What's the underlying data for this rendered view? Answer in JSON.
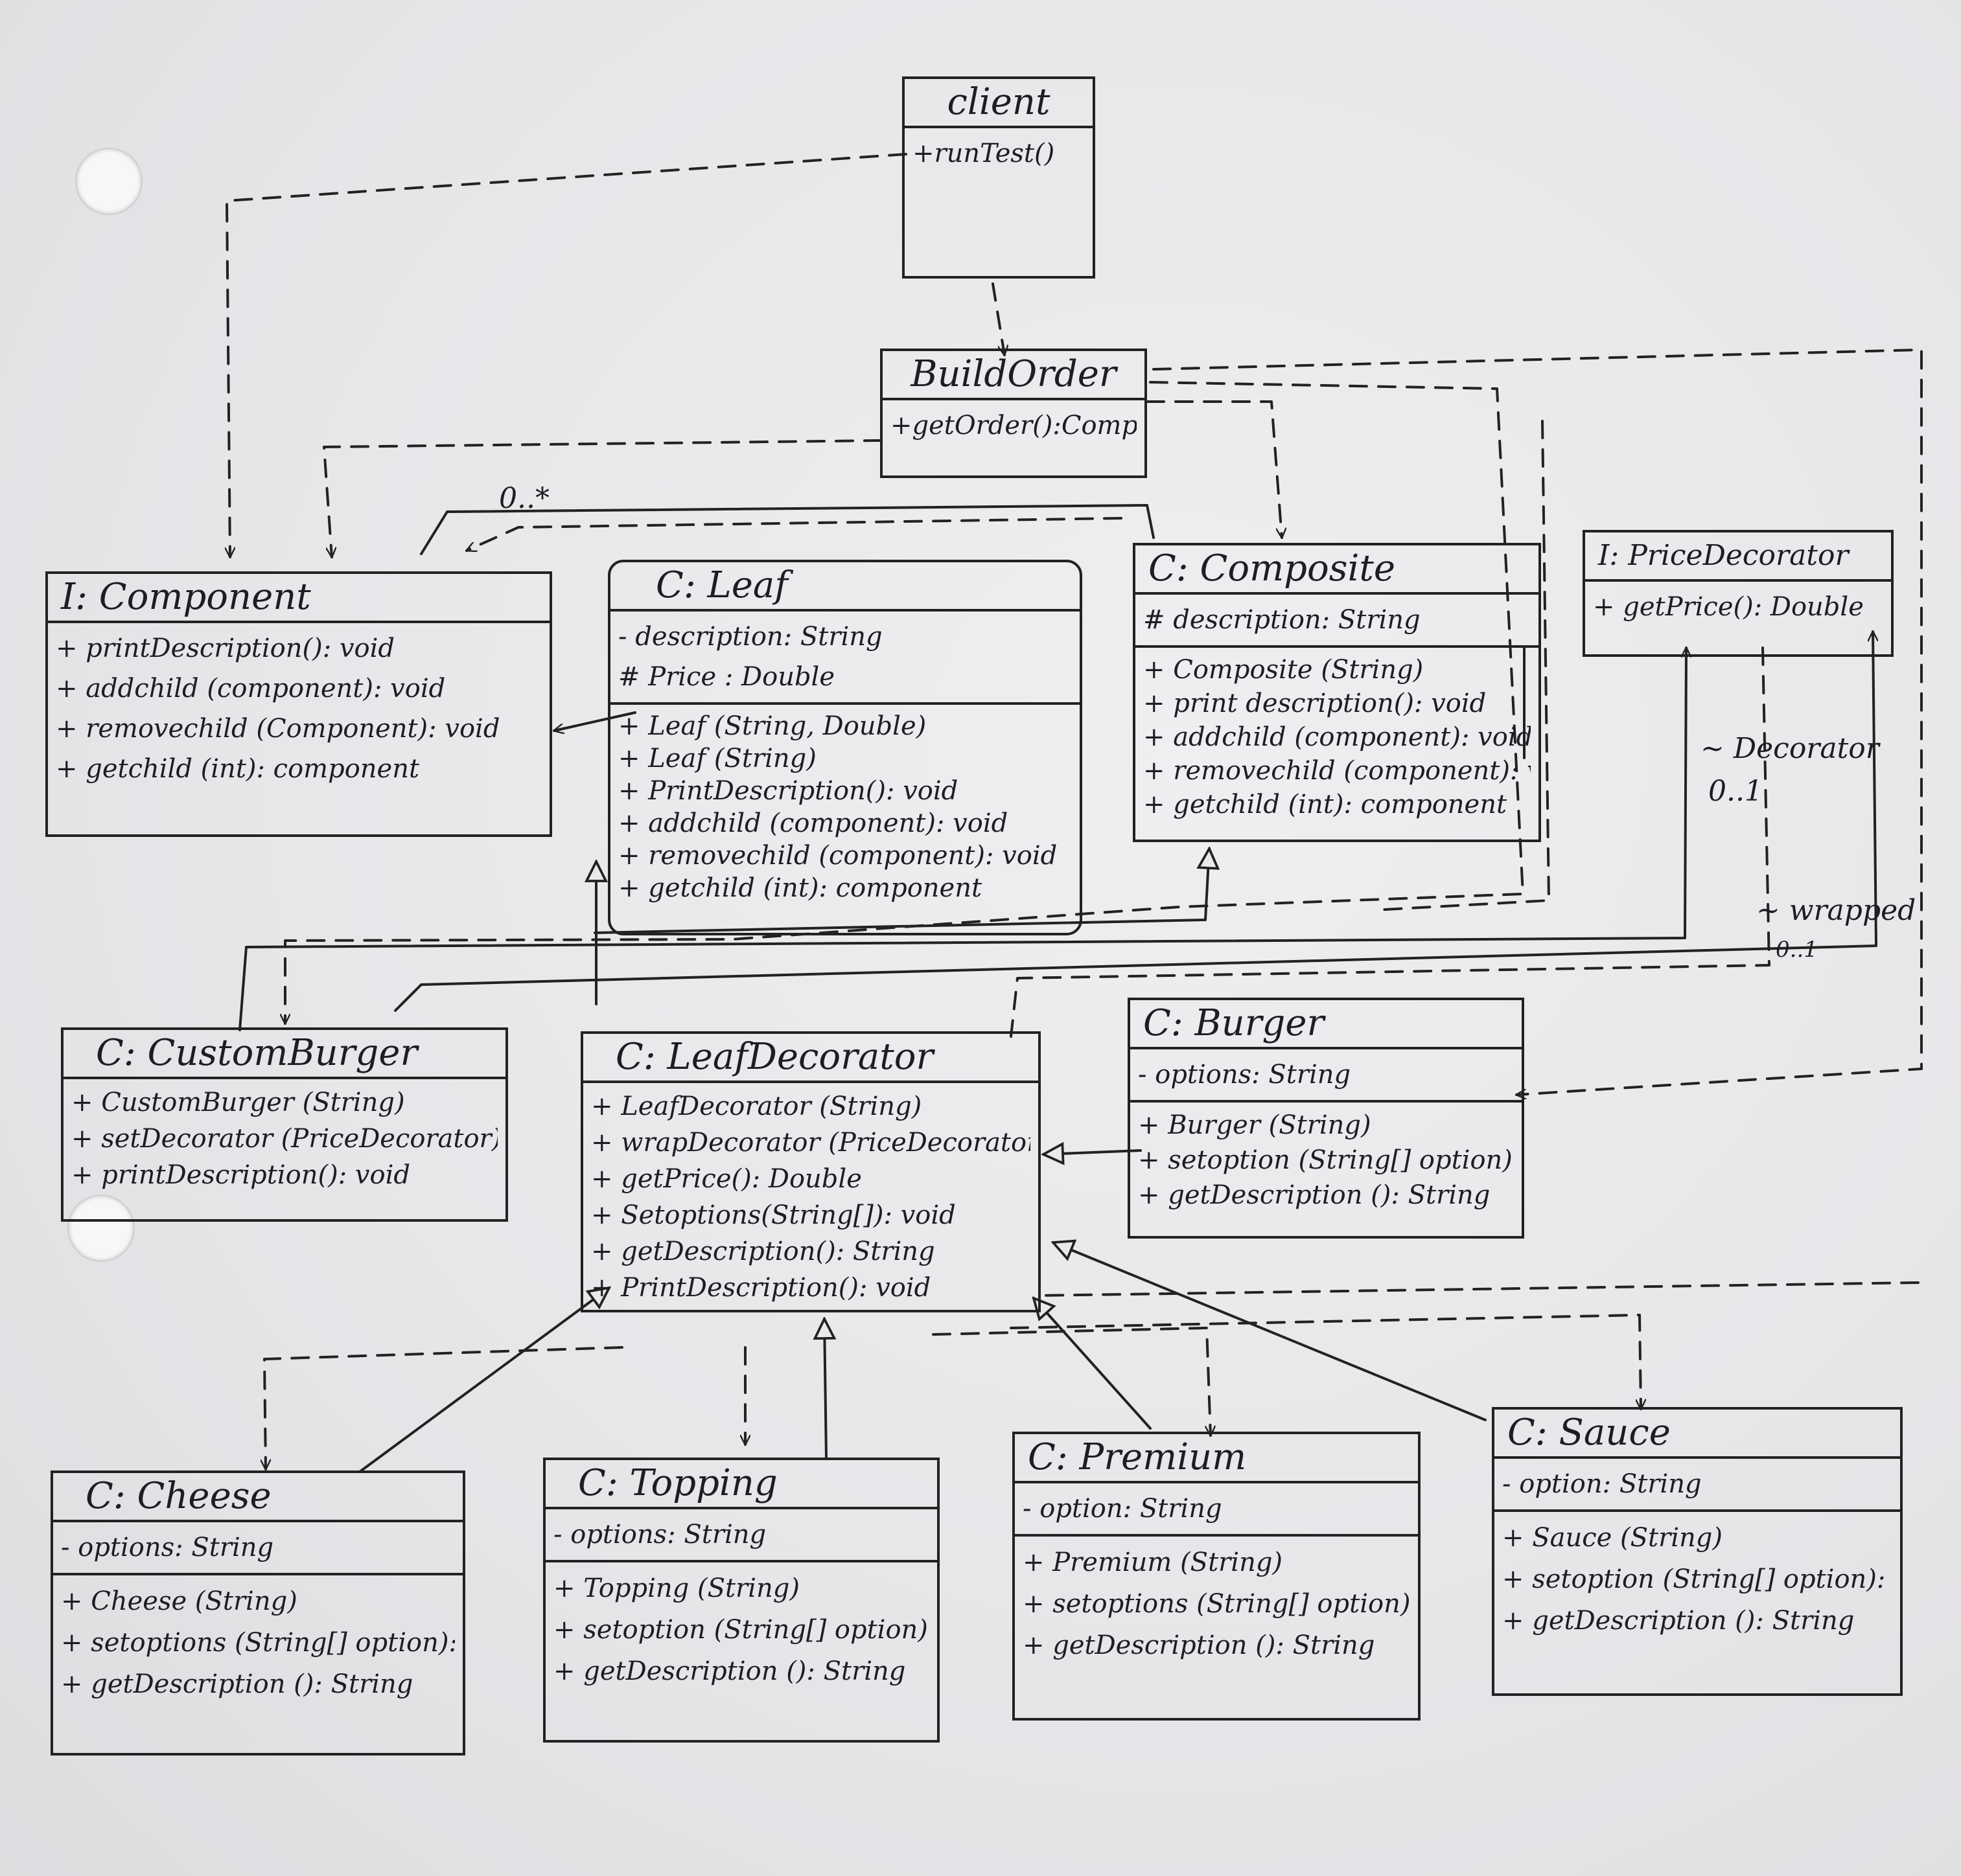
{
  "classes": {
    "client": {
      "title": "client",
      "attributes": [],
      "methods": [
        "+runTest()"
      ]
    },
    "buildorder": {
      "title": "BuildOrder",
      "attributes": [],
      "methods": [
        "+getOrder():Component"
      ]
    },
    "component": {
      "title": "I: Component",
      "attributes": [],
      "methods": [
        "+ printDescription(): void",
        "+ addchild (component): void",
        "+ removechild (Component): void",
        "+ getchild (int): component"
      ]
    },
    "leaf": {
      "title": "C: Leaf",
      "attributes": [
        "- description: String",
        "# Price : Double"
      ],
      "methods": [
        "+ Leaf (String, Double)",
        "+ Leaf (String)",
        "+ PrintDescription(): void",
        "+ addchild (component): void",
        "+ removechild (component): void",
        "+ getchild (int): component"
      ]
    },
    "composite": {
      "title": "C: Composite",
      "attributes": [
        "# description: String"
      ],
      "methods": [
        "+ Composite (String)",
        "+ print description(): void",
        "+ addchild (component): void",
        "+ removechild (component): void",
        "+ getchild (int): component"
      ]
    },
    "pricedecorator": {
      "title": "I: PriceDecorator",
      "attributes": [],
      "methods": [
        "+ getPrice(): Double"
      ]
    },
    "customburger": {
      "title": "C: CustomBurger",
      "attributes": [],
      "methods": [
        "+ CustomBurger (String)",
        "+ setDecorator (PriceDecorator)",
        "+ printDescription(): void"
      ]
    },
    "leafdecorator": {
      "title": "C: LeafDecorator",
      "attributes": [],
      "methods": [
        "+ LeafDecorator (String)",
        "+ wrapDecorator (PriceDecorator)",
        "+ getPrice(): Double",
        "+ Setoptions(String[]): void",
        "+ getDescription(): String",
        "+ PrintDescription(): void"
      ]
    },
    "burger": {
      "title": "C: Burger",
      "attributes": [
        "- options: String"
      ],
      "methods": [
        "+ Burger (String)",
        "+ setoption (String[] option)",
        "+ getDescription (): String"
      ]
    },
    "cheese": {
      "title": "C: Cheese",
      "attributes": [
        "- options: String"
      ],
      "methods": [
        "+ Cheese (String)",
        "+ setoptions (String[] option): void",
        "+ getDescription (): String"
      ]
    },
    "topping": {
      "title": "C: Topping",
      "attributes": [
        "- options: String"
      ],
      "methods": [
        "+ Topping (String)",
        "+ setoption (String[] option): void",
        "+ getDescription (): String"
      ]
    },
    "premium": {
      "title": "C: Premium",
      "attributes": [
        "- option: String"
      ],
      "methods": [
        "+ Premium (String)",
        "+ setoptions (String[] option): void",
        "+ getDescription (): String"
      ]
    },
    "sauce": {
      "title": "C: Sauce",
      "attributes": [
        "- option: String"
      ],
      "methods": [
        "+ Sauce (String)",
        "+ setoption (String[] option): void",
        "+ getDescription (): String"
      ]
    }
  },
  "labels": {
    "multiplicity_children": "0..*",
    "role_decorator": "~ Decorator",
    "mult_decorator": "0..1",
    "role_wrapped": "~ wrapped",
    "mult_wrapped": "0..1"
  }
}
